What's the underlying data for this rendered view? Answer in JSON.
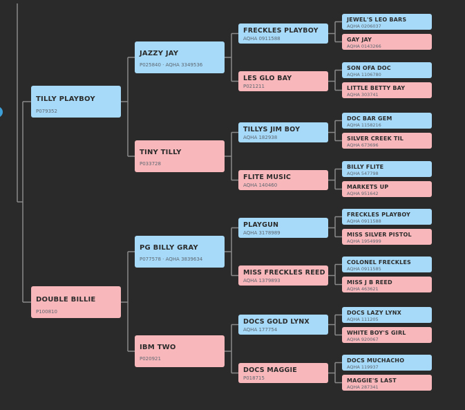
{
  "colors": {
    "background": "#2a2a2a",
    "line": "#8a8a8a",
    "male": "#a6daf8",
    "female": "#f8b7ba"
  },
  "pedigree": {
    "sire": {
      "name": "TILLY PLAYBOY",
      "reg": "P079352",
      "sex": "male"
    },
    "dam": {
      "name": "DOUBLE BILLIE",
      "reg": "P100810",
      "sex": "female"
    },
    "gen2": [
      {
        "name": "JAZZY JAY",
        "reg": "P025840 · AQHA 3349536",
        "sex": "male"
      },
      {
        "name": "TINY TILLY",
        "reg": "P033728",
        "sex": "female"
      },
      {
        "name": "PG BILLY GRAY",
        "reg": "P077578 · AQHA 3839634",
        "sex": "male"
      },
      {
        "name": "IBM TWO",
        "reg": "P020921",
        "sex": "female"
      }
    ],
    "gen3": [
      {
        "name": "FRECKLES PLAYBOY",
        "reg": "AQHA 0911588",
        "sex": "male"
      },
      {
        "name": "LES GLO BAY",
        "reg": "P021211",
        "sex": "female"
      },
      {
        "name": "TILLYS JIM BOY",
        "reg": "AQHA 182938",
        "sex": "male"
      },
      {
        "name": "FLITE MUSIC",
        "reg": "AQHA 140460",
        "sex": "female"
      },
      {
        "name": "PLAYGUN",
        "reg": "AQHA 3178989",
        "sex": "male"
      },
      {
        "name": "MISS FRECKLES REED",
        "reg": "AQHA 1379893",
        "sex": "female"
      },
      {
        "name": "DOCS GOLD LYNX",
        "reg": "AQHA 177754",
        "sex": "male"
      },
      {
        "name": "DOCS MAGGIE",
        "reg": "P018715",
        "sex": "female"
      }
    ],
    "gen4": [
      {
        "name": "JEWEL'S LEO BARS",
        "reg": "AQHA 0206037",
        "sex": "male"
      },
      {
        "name": "GAY JAY",
        "reg": "AQHA 0143266",
        "sex": "female"
      },
      {
        "name": "SON OFA DOC",
        "reg": "AQHA 1106780",
        "sex": "male"
      },
      {
        "name": "LITTLE BETTY BAY",
        "reg": "AQHA 303741",
        "sex": "female"
      },
      {
        "name": "DOC BAR GEM",
        "reg": "AQHA 1158216",
        "sex": "male"
      },
      {
        "name": "SILVER CREEK TIL",
        "reg": "AQHA 673696",
        "sex": "female"
      },
      {
        "name": "BILLY FLITE",
        "reg": "AQHA 547798",
        "sex": "male"
      },
      {
        "name": "MARKETS UP",
        "reg": "AQHA 951642",
        "sex": "female"
      },
      {
        "name": "FRECKLES PLAYBOY",
        "reg": "AQHA 0911588",
        "sex": "male"
      },
      {
        "name": "MISS SILVER PISTOL",
        "reg": "AQHA 1954999",
        "sex": "female"
      },
      {
        "name": "COLONEL FRECKLES",
        "reg": "AQHA 0911585",
        "sex": "male"
      },
      {
        "name": "MISS J B REED",
        "reg": "AQHA 463621",
        "sex": "female"
      },
      {
        "name": "DOCS LAZY LYNX",
        "reg": "AQHA 111205",
        "sex": "male"
      },
      {
        "name": "WHITE BOY'S GIRL",
        "reg": "AQHA 920067",
        "sex": "female"
      },
      {
        "name": "DOCS MUCHACHO",
        "reg": "AQHA 119937",
        "sex": "male"
      },
      {
        "name": "MAGGIE'S LAST",
        "reg": "AQHA 287341",
        "sex": "female"
      }
    ]
  }
}
